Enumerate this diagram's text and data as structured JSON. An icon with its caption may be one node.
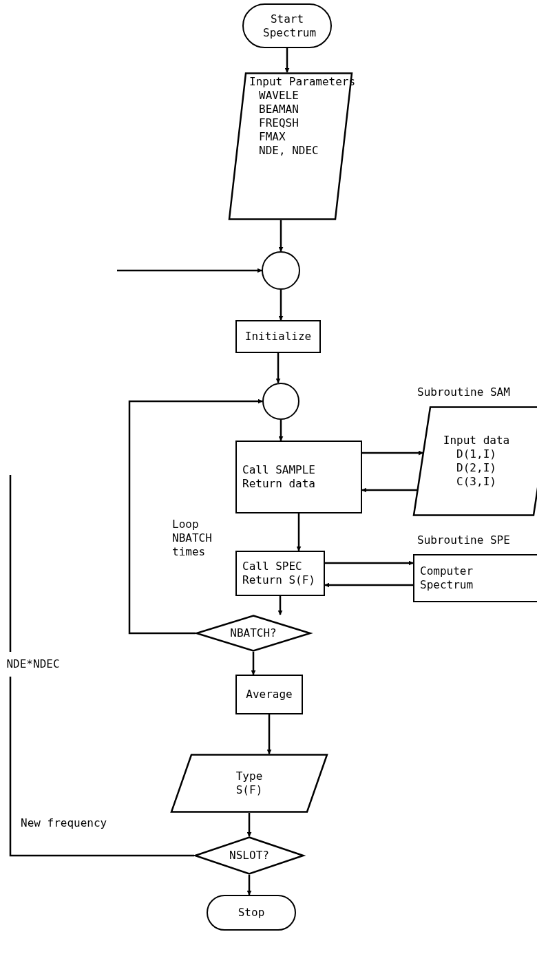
{
  "diagram": {
    "nodes": [
      {
        "text": [
          "Start Spectrum"
        ]
      },
      {
        "text": [
          "Input Parameters",
          "WAVELE",
          "BEAMAN",
          "FREQSH",
          "FMAX",
          "NDE, NDEC"
        ]
      },
      {
        "text": [],
        "shape": "circle"
      },
      {
        "text": [
          "Initialize"
        ]
      },
      {
        "text": [],
        "shape": "circle"
      },
      {
        "text": [
          "Call SAMPLE Return data"
        ]
      },
      {
        "text": [
          "Input data",
          "D(1,I)",
          "D(2,I)",
          "C(3,I)"
        ],
        "beside": [
          "Subroutine SAM"
        ]
      },
      {
        "text": [
          "Call SPEC Return S(F)"
        ]
      },
      {
        "text": [
          "Computer Spectrum"
        ],
        "beside": [
          "Subroutine SPE"
        ]
      },
      {
        "text": [
          "NBATCH?"
        ]
      },
      {
        "text": [
          "Average"
        ]
      },
      {
        "text": [
          "Type S(F)"
        ]
      },
      {
        "text": [
          "NSLOT?"
        ]
      },
      {
        "text": [
          "Stop"
        ]
      }
    ],
    "edges": [
      {
        "from": 0,
        "to": 1,
        "arrow": "to"
      },
      {
        "from": 1,
        "to": 2,
        "arrow": "to"
      },
      {
        "from": null,
        "to": 2,
        "arrow": "to"
      },
      {
        "from": 2,
        "to": 3,
        "arrow": "to"
      },
      {
        "from": 3,
        "to": 4,
        "arrow": "to"
      },
      {
        "from": 4,
        "to": 5,
        "arrow": "to"
      },
      {
        "from": 5,
        "to": 6,
        "arrow": "to"
      },
      {
        "from": 6,
        "to": 5,
        "arrow": "to"
      },
      {
        "from": 5,
        "to": 7,
        "arrow": "to"
      },
      {
        "from": 7,
        "to": 8,
        "arrow": "to"
      },
      {
        "from": 8,
        "to": 7,
        "arrow": "to"
      },
      {
        "from": 7,
        "to": 9,
        "arrow": "to"
      },
      {
        "from": 9,
        "to": 4,
        "arrow": "to"
      },
      {
        "from": 9,
        "to": 10,
        "arrow": "to"
      },
      {
        "from": 10,
        "to": 11,
        "arrow": "to"
      },
      {
        "from": 11,
        "to": 12,
        "arrow": "to"
      },
      {
        "from": 12,
        "to": null,
        "arrow": "none",
        "label": "NDE*NDEC"
      },
      {
        "from": 12,
        "to": 13,
        "arrow": "to"
      }
    ],
    "labels": [
      "Loop NBATCH times",
      "New frequency"
    ]
  }
}
